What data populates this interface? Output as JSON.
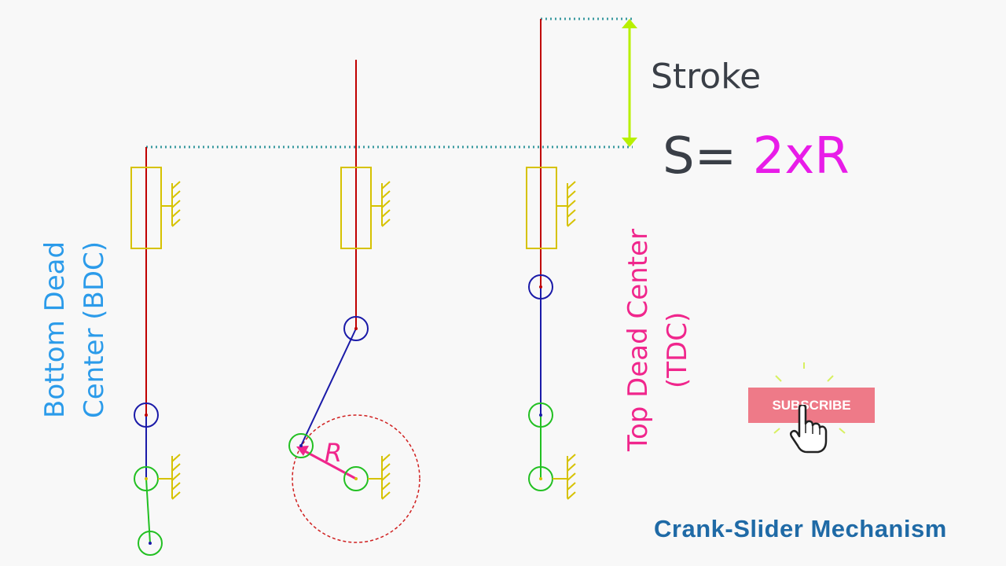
{
  "labels": {
    "stroke": "Stroke",
    "formula_prefix": "S= ",
    "formula_value": "2xR",
    "radius": "R",
    "bdc_line1": "Bottom Dead",
    "bdc_line2": "Center (BDC)",
    "tdc_line1": "Top Dead Center",
    "tdc_line2": "(TDC)",
    "title": "Crank-Slider Mechanism"
  },
  "subscribe_button": {
    "label": "SUBSCRIBE"
  },
  "colors": {
    "background": "#f8f8f8",
    "piston_rod": "#c00000",
    "connecting_rod": "#1a1aa8",
    "crank": "#22c022",
    "guide": "#d6c200",
    "stroke_arrow": "#b8f000",
    "dotted_line": "#3a9aa0",
    "crank_circle": "#d02020",
    "radius_arrow": "#f0268c",
    "bdc_text": "#2b9bea",
    "tdc_text": "#f0268c",
    "title_text": "#1f6aa6",
    "subscribe_bg": "#ee7a88"
  },
  "icons": [
    "fixed-support-icon",
    "hand-pointer-icon"
  ]
}
